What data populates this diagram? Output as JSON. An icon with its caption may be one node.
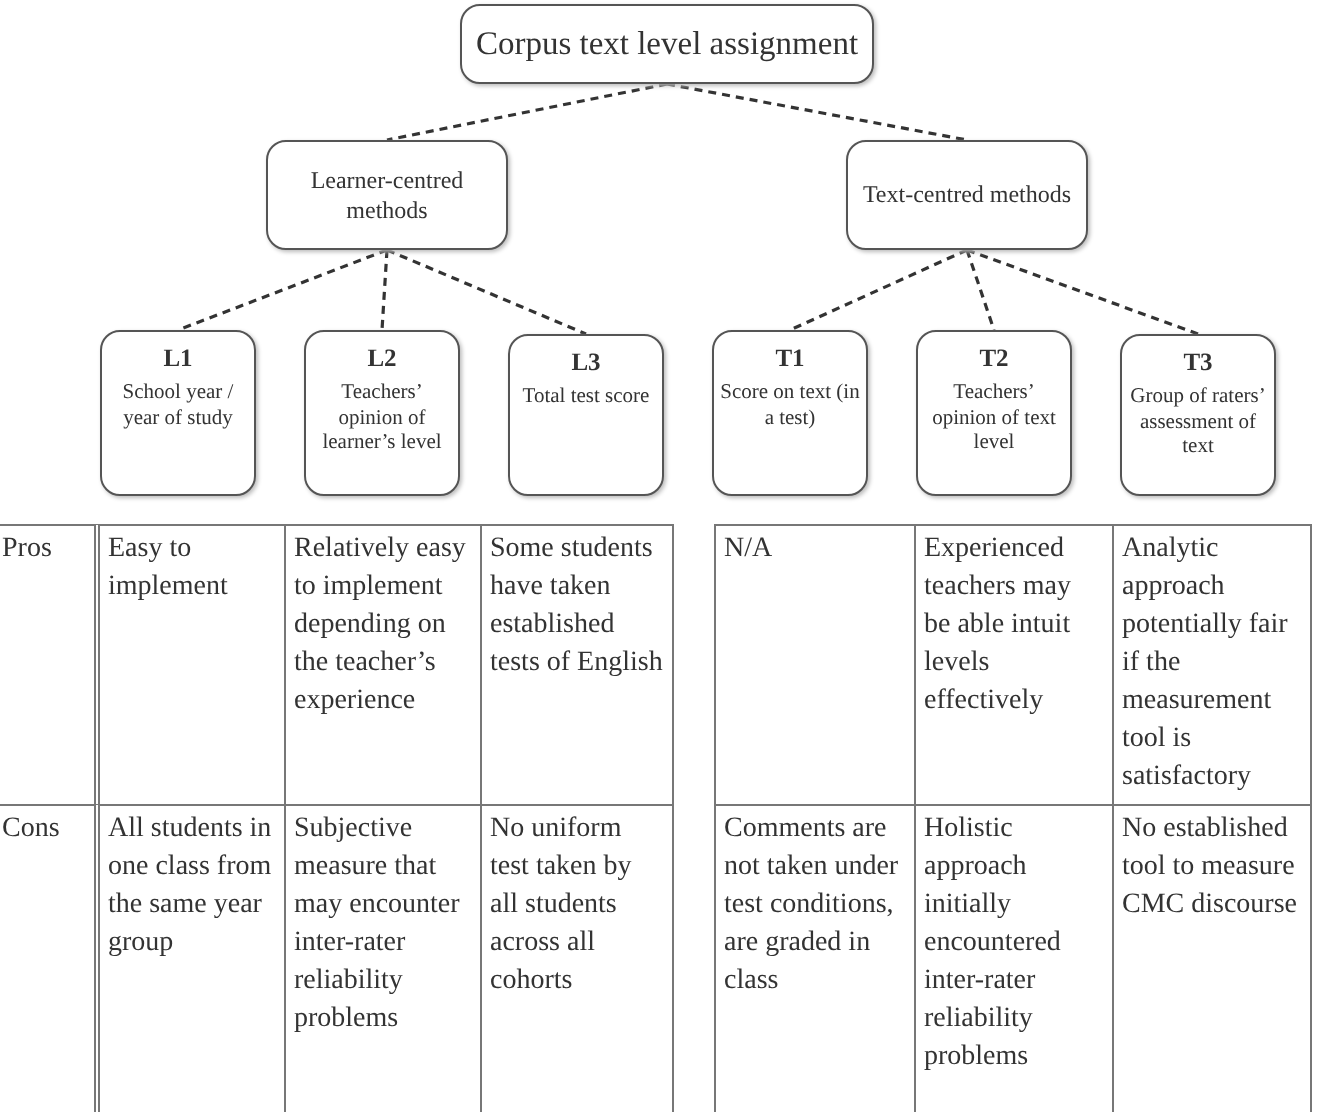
{
  "diagram": {
    "nodes": [
      {
        "text": [
          "Corpus text level assignment"
        ]
      },
      {
        "text": [
          "Learner-centred methods"
        ]
      },
      {
        "text": [
          "Text-centred methods"
        ]
      },
      {
        "text": [
          "L1",
          "School year / year of study"
        ]
      },
      {
        "text": [
          "L2",
          "Teachers’ opinion of learner’s level"
        ]
      },
      {
        "text": [
          "L3",
          "Total test score"
        ]
      },
      {
        "text": [
          "T1",
          "Score on text (in a test)"
        ]
      },
      {
        "text": [
          "T2",
          "Teachers’ opinion of text level"
        ]
      },
      {
        "text": [
          "T3",
          "Group of raters’ assessment of text"
        ]
      }
    ],
    "edges": [
      {
        "from": 0,
        "to": 1,
        "arrow": "none",
        "style": "dashed"
      },
      {
        "from": 0,
        "to": 2,
        "arrow": "none",
        "style": "dashed"
      },
      {
        "from": 1,
        "to": 3,
        "arrow": "none",
        "style": "dashed"
      },
      {
        "from": 1,
        "to": 4,
        "arrow": "none",
        "style": "dashed"
      },
      {
        "from": 1,
        "to": 5,
        "arrow": "none",
        "style": "dashed"
      },
      {
        "from": 2,
        "to": 6,
        "arrow": "none",
        "style": "dashed"
      },
      {
        "from": 2,
        "to": 7,
        "arrow": "none",
        "style": "dashed"
      },
      {
        "from": 2,
        "to": 8,
        "arrow": "none",
        "style": "dashed"
      }
    ],
    "labels": [
      "Pros",
      "Easy to implement",
      "Relatively easy to implement depending on the teacher’s experience",
      "Some students have taken established tests of English",
      "N/A",
      "Experienced teachers may be able intuit levels effectively",
      "Analytic approach potentially fair if the measurement tool is satisfactory",
      "Cons",
      "All students in one class from the same year group",
      "Subjective measure that may encounter inter-rater reliability problems",
      "No uniform test taken by all students across all cohorts",
      "Comments are not taken under test conditions, are graded in class",
      "Holistic approach initially encountered inter-rater reliability problems",
      "No established tool to measure CMC discourse"
    ]
  }
}
